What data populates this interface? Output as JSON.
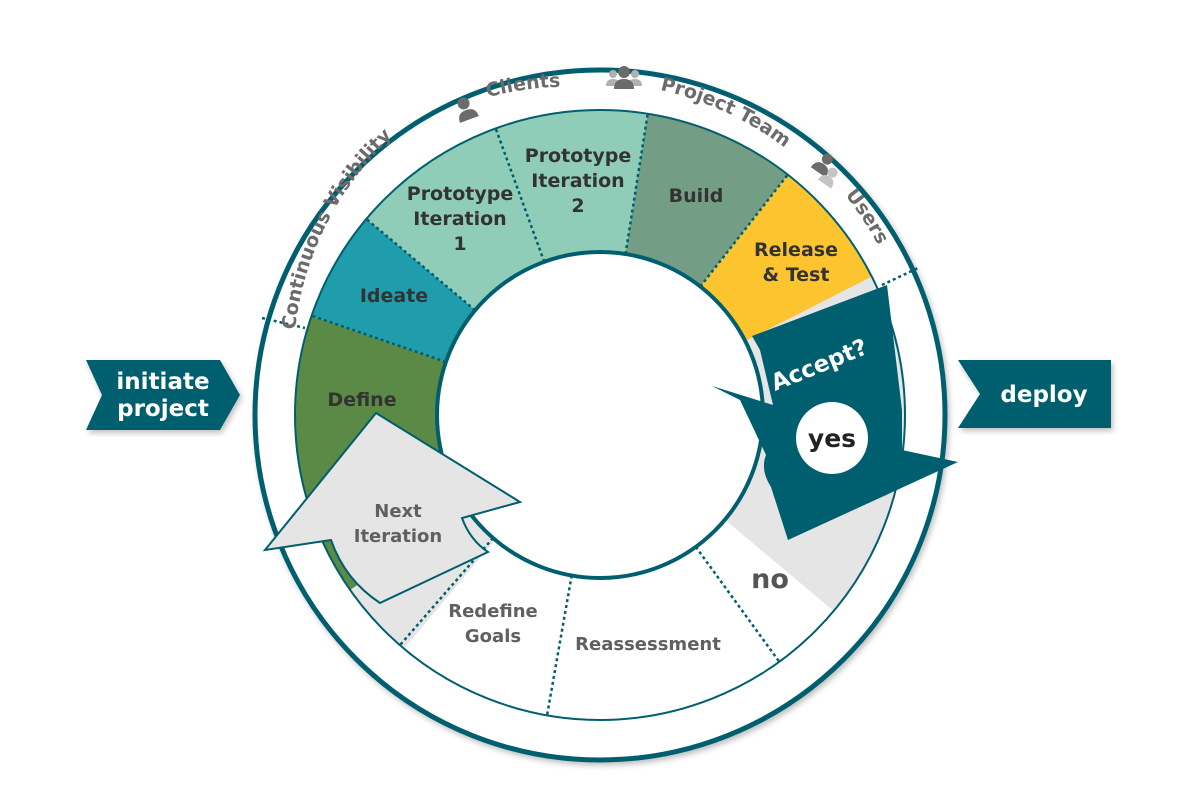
{
  "diagram": {
    "colors": {
      "primary": "#005f6e",
      "define": "#5a8a45",
      "ideate": "#1f9dac",
      "prototype": "#8fcdb8",
      "build": "#739d85",
      "release": "#fcc42f",
      "feedback": "#e5e5e5",
      "text_dark": "#333333",
      "text_gray": "#6b6b6b"
    },
    "entry": {
      "line1": "initiate",
      "line2": "project"
    },
    "exit": {
      "label": "deploy"
    },
    "stages": [
      {
        "id": "define",
        "lines": [
          "Define"
        ]
      },
      {
        "id": "ideate",
        "lines": [
          "Ideate"
        ]
      },
      {
        "id": "prototype-1",
        "lines": [
          "Prototype",
          "Iteration",
          "1"
        ]
      },
      {
        "id": "prototype-2",
        "lines": [
          "Prototype",
          "Iteration",
          "2"
        ]
      },
      {
        "id": "build",
        "lines": [
          "Build"
        ]
      },
      {
        "id": "release-test",
        "lines": [
          "Release",
          "& Test"
        ]
      }
    ],
    "decision": {
      "question": "Accept?",
      "yes": "yes",
      "no": "no"
    },
    "feedback_loop": [
      {
        "id": "reassessment",
        "lines": [
          "Reassessment"
        ]
      },
      {
        "id": "redefine-goals",
        "lines": [
          "Redefine",
          "Goals"
        ]
      },
      {
        "id": "next-iteration",
        "lines": [
          "Next",
          "Iteration"
        ]
      }
    ],
    "outer_ring": {
      "title": "Continuous Visibility",
      "stakeholders": [
        {
          "label": "Clients",
          "icon": "single-person-icon"
        },
        {
          "label": "Project Team",
          "icon": "group-icon"
        },
        {
          "label": "Users",
          "icon": "pair-icon"
        }
      ]
    }
  }
}
